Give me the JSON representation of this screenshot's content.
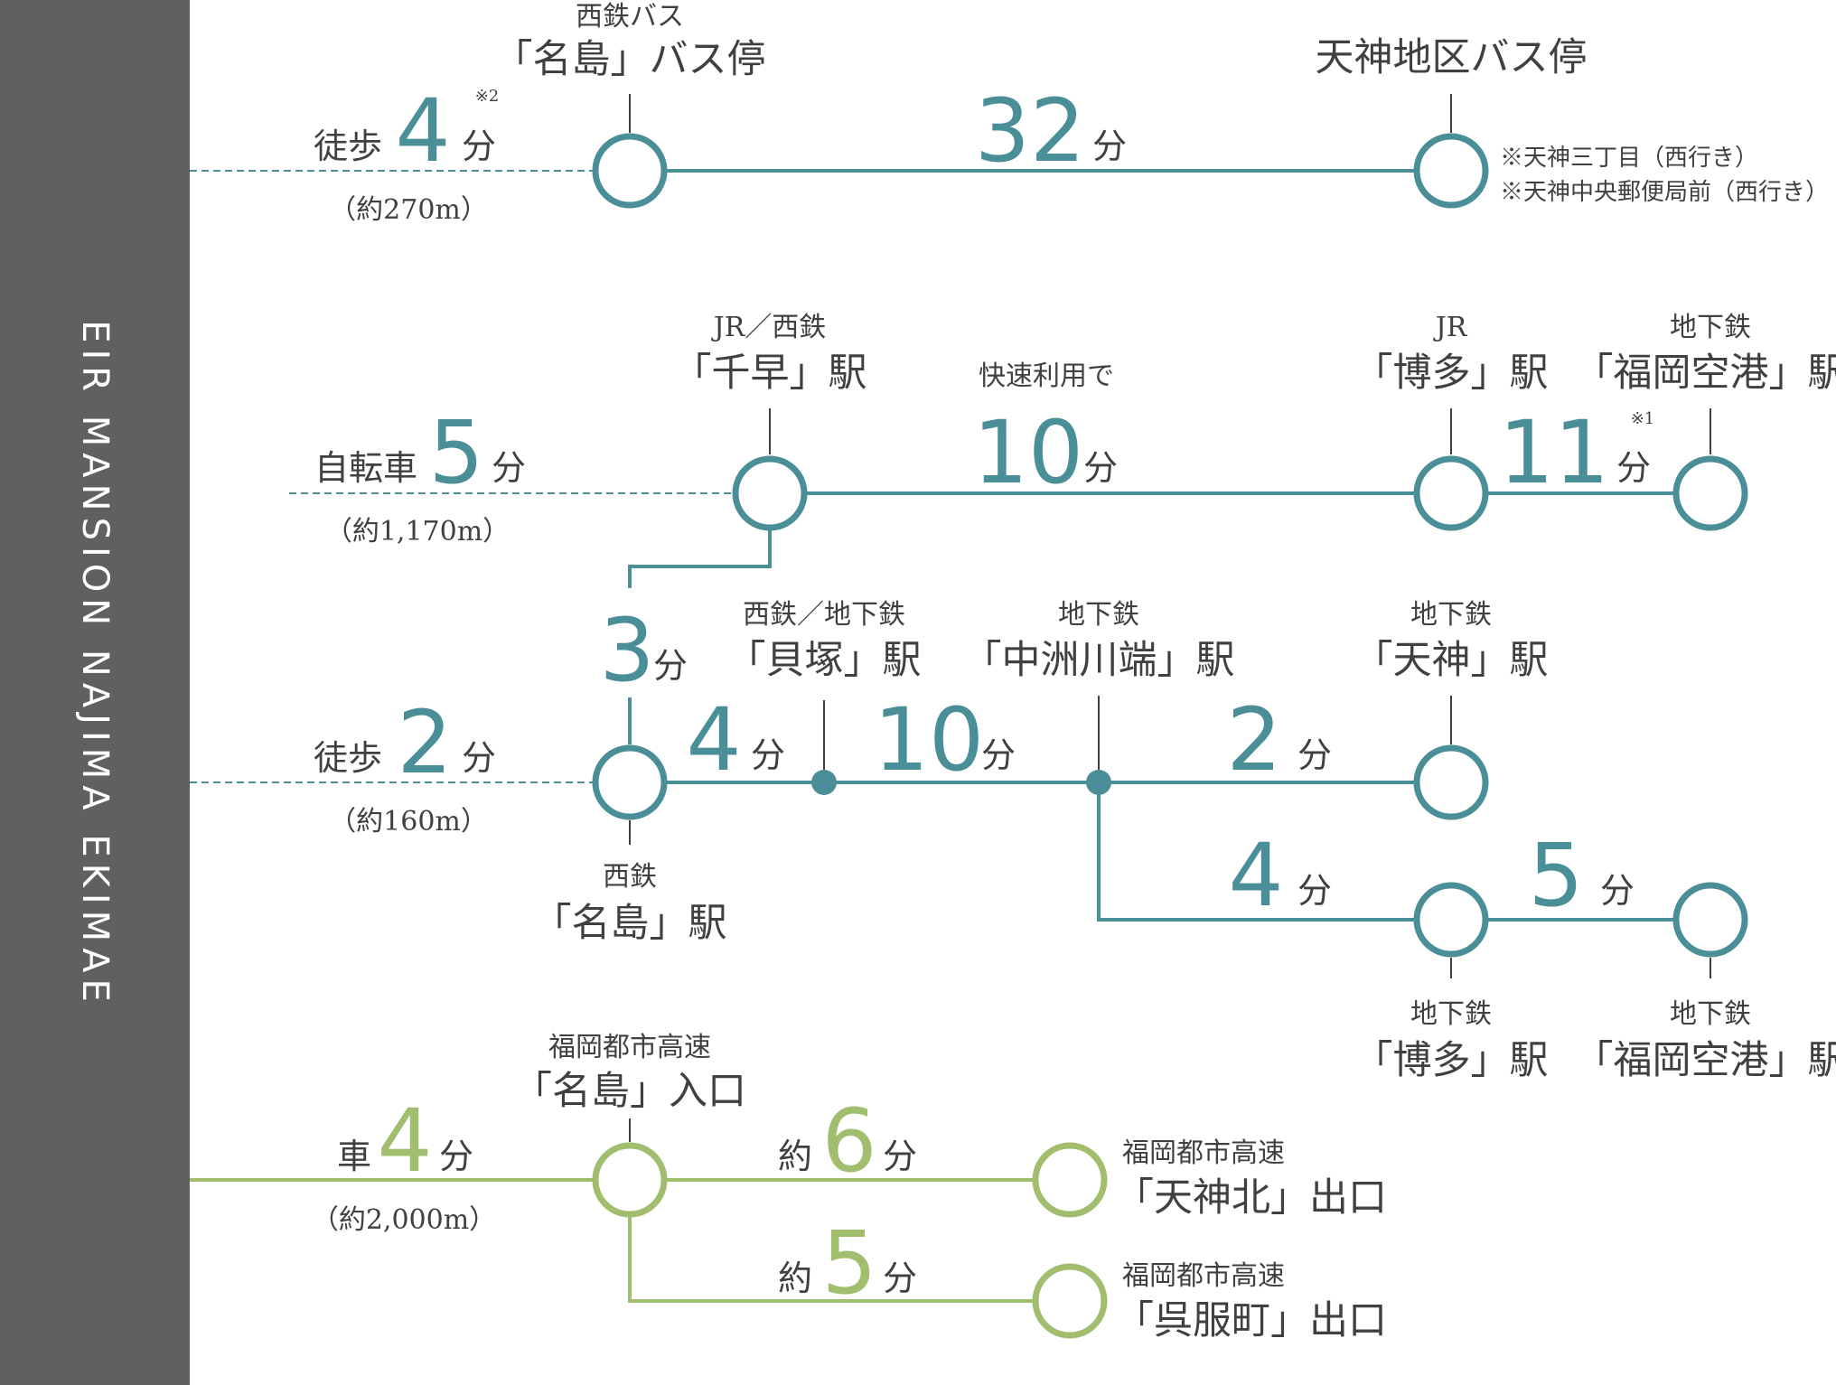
{
  "colors": {
    "teal": "#4a8e98",
    "green": "#a0be6e",
    "sidebar": "#606060",
    "text": "#404040"
  },
  "sidebar_title": "EIR MANSION NAJIMA EKIMAE",
  "bus": {
    "access_mode": "徒歩",
    "access_time": "4",
    "access_unit": "分",
    "access_note": "※2",
    "access_dist": "（約270m）",
    "origin_operator": "西鉄バス",
    "origin_name": "「名島」バス停",
    "ride_time": "32",
    "ride_unit": "分",
    "dest_name": "天神地区バス停",
    "dest_note1": "※天神三丁目（西行き）",
    "dest_note2": "※天神中央郵便局前（西行き）"
  },
  "bike": {
    "access_mode": "自転車",
    "access_time": "5",
    "access_unit": "分",
    "access_dist": "（約1,170m）",
    "origin_operator": "JR／西鉄",
    "origin_name": "「千早」駅",
    "rapid_label": "快速利用で",
    "ride_time": "10",
    "ride_unit": "分",
    "hakata_operator": "JR",
    "hakata_name": "「博多」駅",
    "airport_time": "11",
    "airport_unit": "分",
    "airport_note": "※1",
    "airport_operator": "地下鉄",
    "airport_name": "「福岡空港」駅",
    "transfer_time": "3",
    "transfer_unit": "分"
  },
  "walk": {
    "access_mode": "徒歩",
    "access_time": "2",
    "access_unit": "分",
    "access_dist": "（約160m）",
    "origin_operator": "西鉄",
    "origin_name": "「名島」駅",
    "kaizuka_time": "4",
    "kaizuka_unit": "分",
    "kaizuka_operator": "西鉄／地下鉄",
    "kaizuka_name": "「貝塚」駅",
    "nakasu_time": "10",
    "nakasu_unit": "分",
    "nakasu_operator": "地下鉄",
    "nakasu_name": "「中洲川端」駅",
    "tenjin_time": "2",
    "tenjin_unit": "分",
    "tenjin_operator": "地下鉄",
    "tenjin_name": "「天神」駅",
    "hakata_time": "4",
    "hakata_unit": "分",
    "hakata_operator": "地下鉄",
    "hakata_name": "「博多」駅",
    "airport_time": "5",
    "airport_unit": "分",
    "airport_operator": "地下鉄",
    "airport_name": "「福岡空港」駅"
  },
  "car": {
    "access_mode": "車",
    "access_time": "4",
    "access_unit": "分",
    "access_dist": "（約2,000m）",
    "entrance_operator": "福岡都市高速",
    "entrance_name": "「名島」入口",
    "approx": "約",
    "tenjinkita_time": "6",
    "tenjinkita_unit": "分",
    "tenjinkita_operator": "福岡都市高速",
    "tenjinkita_name": "「天神北」出口",
    "gofuku_time": "5",
    "gofuku_unit": "分",
    "gofuku_operator": "福岡都市高速",
    "gofuku_name": "「呉服町」出口"
  }
}
